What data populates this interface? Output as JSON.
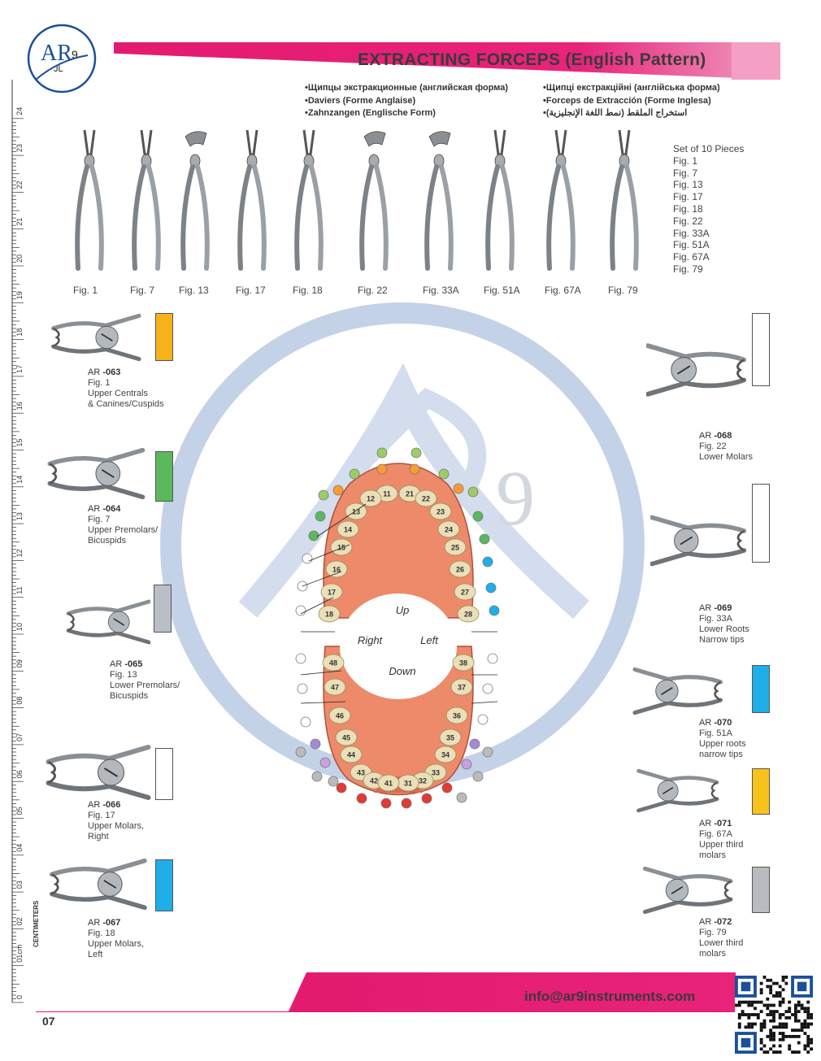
{
  "brand": {
    "logo_text_top": "AR",
    "logo_text_mid": "JL",
    "logo_text_num": "9"
  },
  "header": {
    "title": "EXTRACTING FORCEPS (English Pattern)",
    "translations_left": [
      "Щипцы экстракционные (английская форма)",
      "Daviers (Forme Anglaise)",
      "Zahnzangen (Englische Form)"
    ],
    "translations_right": [
      "Щипці екстракційні (англійська форма)",
      "Forceps de Extracción (Forme Inglesa)",
      "استخراج الملقط (نمط اللغة الإنجليزية)"
    ]
  },
  "ruler": {
    "unit_label": "CENTIMETERS",
    "marks": [
      "0",
      "01cm",
      "02",
      "03",
      "04",
      "05",
      "06",
      "07",
      "08",
      "09",
      "10",
      "11",
      "12",
      "13",
      "14",
      "15",
      "16",
      "17",
      "18",
      "19",
      "20",
      "21",
      "22",
      "23",
      "24"
    ]
  },
  "top_figures": [
    "Fig. 1",
    "Fig. 7",
    "Fig. 13",
    "Fig. 17",
    "Fig. 18",
    "Fig. 22",
    "Fig. 33A",
    "Fig. 51A",
    "Fig. 67A",
    "Fig. 79"
  ],
  "set": {
    "title": "Set of 10 Pieces",
    "items": [
      "Fig. 1",
      "Fig. 7",
      "Fig. 13",
      "Fig. 17",
      "Fig. 18",
      "Fig. 22",
      "Fig. 33A",
      "Fig. 51A",
      "Fig. 67A",
      "Fig. 79"
    ]
  },
  "products_left": [
    {
      "prefix": "AR",
      "code": "-063",
      "fig": "Fig. 1",
      "desc1": "Upper Centrals",
      "desc2": "& Canines/Cuspids",
      "color": "#f7b21a"
    },
    {
      "prefix": "AR",
      "code": "-064",
      "fig": "Fig. 7",
      "desc1": "Upper Premolars/",
      "desc2": "Bicuspids",
      "color": "#5cb85c"
    },
    {
      "prefix": "AR",
      "code": "-065",
      "fig": "Fig. 13",
      "desc1": "Lower Premolars/",
      "desc2": "Bicuspids",
      "color": "#b8bfc6"
    },
    {
      "prefix": "AR",
      "code": "-066",
      "fig": "Fig. 17",
      "desc1": "Upper Molars,",
      "desc2": "Right",
      "color": "#ffffff"
    },
    {
      "prefix": "AR",
      "code": "-067",
      "fig": "Fig. 18",
      "desc1": "Upper Molars,",
      "desc2": "Left",
      "color": "#1eaee8"
    }
  ],
  "products_right": [
    {
      "prefix": "AR",
      "code": "-068",
      "fig": "Fig. 22",
      "desc1": "Lower Molars",
      "desc2": "",
      "color": "#ffffff"
    },
    {
      "prefix": "AR",
      "code": "-069",
      "fig": "Fig. 33A",
      "desc1": "Lower Roots",
      "desc2": "Narrow tips",
      "color": "#ffffff"
    },
    {
      "prefix": "AR",
      "code": "-070",
      "fig": "Fig. 51A",
      "desc1": "Upper roots",
      "desc2": "narrow tips",
      "color": "#1eaee8"
    },
    {
      "prefix": "AR",
      "code": "-071",
      "fig": "Fig. 67A",
      "desc1": "Upper third",
      "desc2": "molars",
      "color": "#f7c21a"
    },
    {
      "prefix": "AR",
      "code": "-072",
      "fig": "Fig. 79",
      "desc1": "Lower third",
      "desc2": "molars",
      "color": "#b8bcc0"
    }
  ],
  "chart": {
    "label_up": "Up",
    "label_down": "Down",
    "label_right": "Right",
    "label_left": "Left",
    "upper_teeth": [
      "11",
      "12",
      "13",
      "14",
      "15",
      "16",
      "17",
      "18",
      "21",
      "22",
      "23",
      "24",
      "25",
      "26",
      "27",
      "28"
    ],
    "lower_teeth": [
      "31",
      "32",
      "33",
      "34",
      "35",
      "36",
      "37",
      "38",
      "41",
      "42",
      "43",
      "44",
      "45",
      "46",
      "47",
      "48"
    ]
  },
  "footer": {
    "email": "info@ar9instruments.com",
    "page": "07"
  }
}
